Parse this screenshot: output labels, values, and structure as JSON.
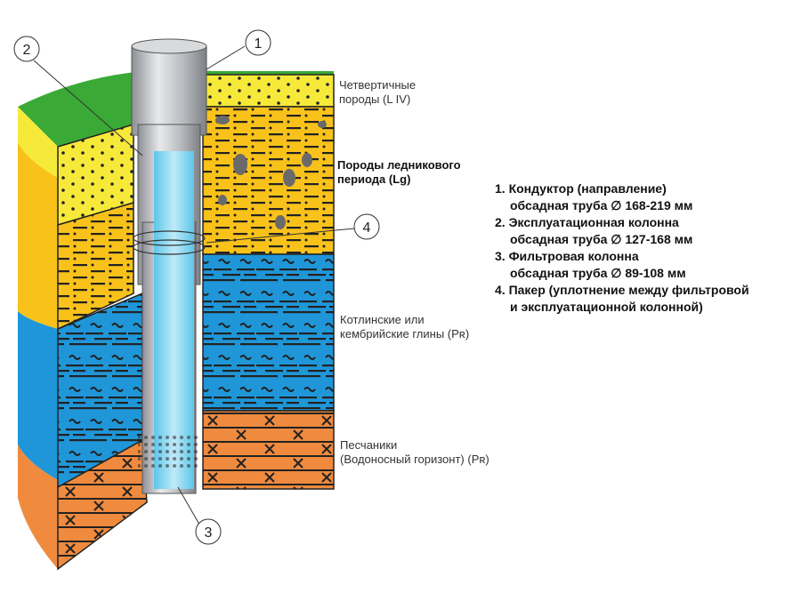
{
  "title": "Well construction diagram",
  "colors": {
    "grass": "#3aa935",
    "quaternary": "#f7e93a",
    "glacial": "#f8c21a",
    "clay": "#1f96d8",
    "sandstone": "#f08a3e",
    "pipe": "#b9bcc0",
    "water": "#7fd3ef"
  },
  "layers": [
    {
      "name": "Четвертичные\nпороды (L IV)",
      "bold": false
    },
    {
      "name": "Породы ледникового\nпериода (Lg)",
      "bold": true
    },
    {
      "name": "Котлинские или\nкембрийские глины  (Pʀ)",
      "bold": false
    },
    {
      "name": "Песчаники\n(Водоносный горизонт) (Pʀ)",
      "bold": false
    }
  ],
  "callouts": [
    "1",
    "2",
    "3",
    "4"
  ],
  "legend": [
    {
      "line1": "1. Кондуктор (направление)",
      "line2": "обсадная труба ∅ 168-219 мм"
    },
    {
      "line1": "2. Эксплуатационная колонна",
      "line2": "обсадная труба ∅ 127-168 мм"
    },
    {
      "line1": "3. Фильтровая колонна",
      "line2": "обсадная труба ∅ 89-108 мм"
    },
    {
      "line1": "4. Пакер (уплотнение между фильтровой",
      "line2": "и эксплуатационной колонной)"
    }
  ]
}
